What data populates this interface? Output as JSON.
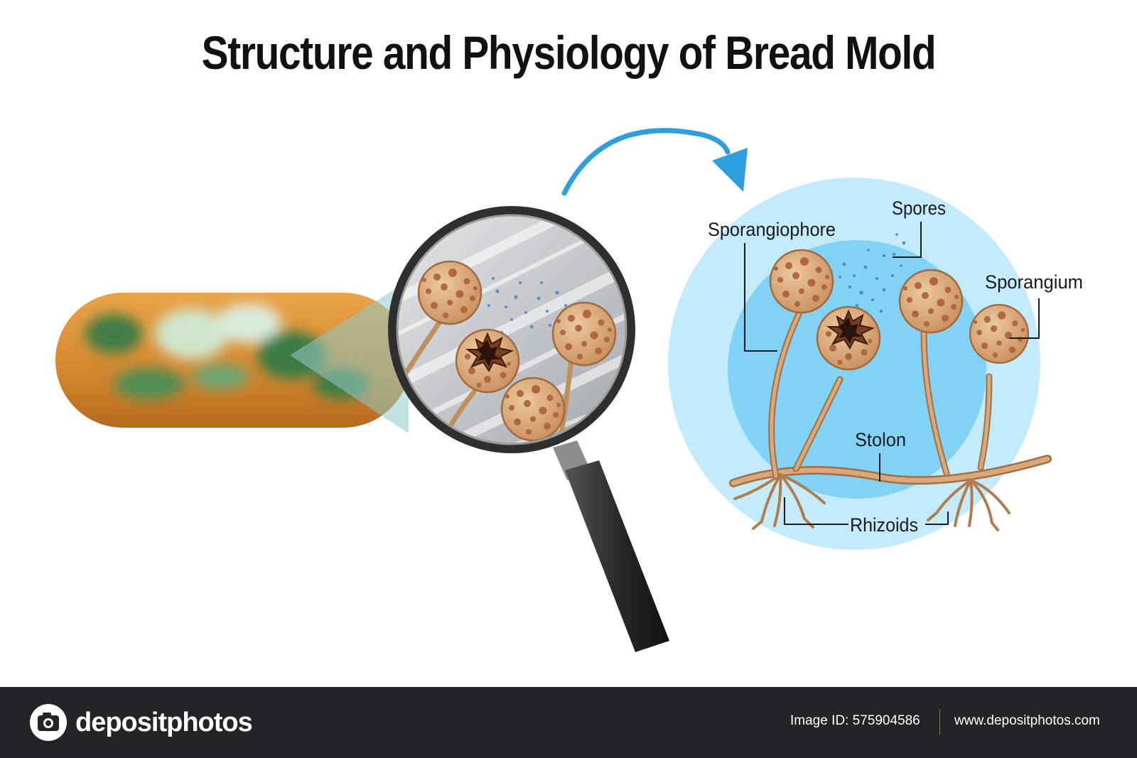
{
  "title": "Structure and Physiology of Bread Mold",
  "labels": {
    "sporangiophore": "Sporangiophore",
    "spores": "Spores",
    "sporangium": "Sporangium",
    "stolon": "Stolon",
    "rhizoids": "Rhizoids"
  },
  "footer": {
    "brand": "depositphotos",
    "image_id": "Image ID: 575904586",
    "site": "www.depositphotos.com"
  },
  "colors": {
    "bread": "#d98a2c",
    "mold_green": "#3f7d45",
    "sporangium_fill": "#dcae7e",
    "sporangium_spot": "#a8643c",
    "stalk": "#c9976a",
    "lens_frame": "#3d3d3d",
    "bubble_outer": "#c4ebfb",
    "bubble_inner": "#7fd0f4",
    "arrow": "#2d9fe0",
    "footer_bg": "#242327"
  }
}
